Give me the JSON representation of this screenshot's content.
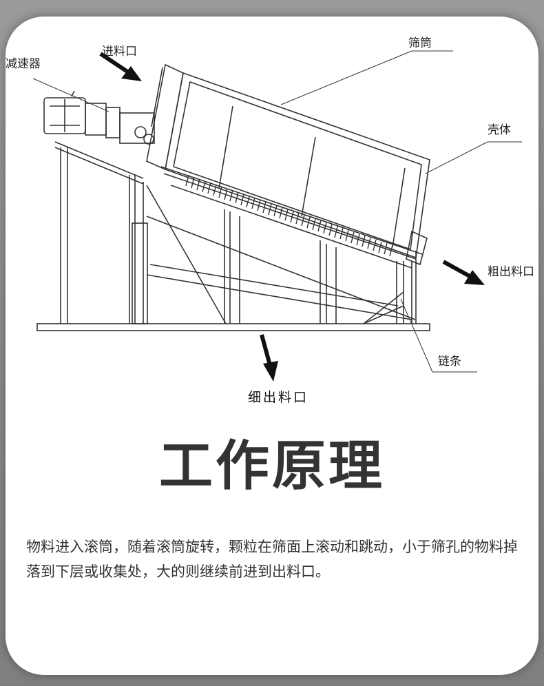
{
  "diagram": {
    "labels": {
      "reducer": "减速器",
      "feed_inlet": "进料口",
      "screen_drum": "筛筒",
      "housing": "壳体",
      "coarse_outlet": "粗出料口",
      "chain": "链条",
      "fine_outlet": "细出料口"
    }
  },
  "title": "工作原理",
  "description": "物料进入滚筒，随着滚筒旋转，颗粒在筛面上滚动和跳动，小于筛孔的物料掉落到下层或收集处，大的则继续前进到出料口。"
}
